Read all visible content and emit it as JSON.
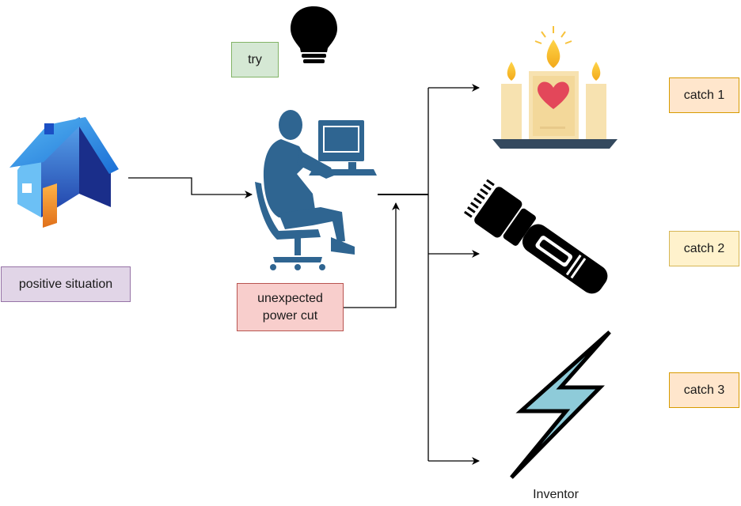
{
  "nodes": {
    "try": "try",
    "positive_situation": "positive situation",
    "power_cut": "unexpected\npower cut",
    "catch1": "catch 1",
    "catch2": "catch 2",
    "catch3": "catch 3",
    "inventor": "Inventor"
  },
  "icons": {
    "bulb": "lightbulb-icon",
    "house": "house-icon",
    "person": "person-at-computer-icon",
    "candles": "candles-icon",
    "flashlight": "flashlight-icon",
    "lightning": "lightning-bolt-icon"
  },
  "colors": {
    "try_fill": "#d5e8d4",
    "positive_fill": "#e1d5e7",
    "power_cut_fill": "#f8cecc",
    "catch_orange_fill": "#ffe6cc",
    "catch_yellow_fill": "#fff2cc",
    "person_blue": "#2f6591",
    "bolt_blue": "#8ecbd9"
  }
}
